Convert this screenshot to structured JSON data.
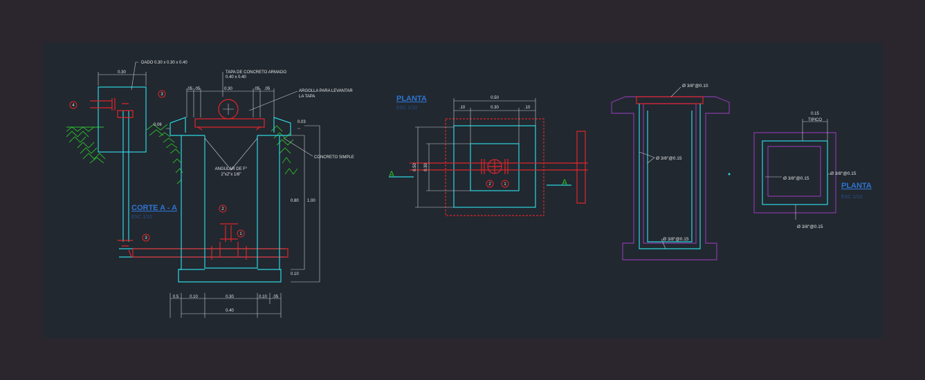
{
  "section": {
    "title": "CORTE A - A",
    "scale": "ESC 1/10",
    "label_dado": "DADO 0.30 x 0.30 x 0.40",
    "label_tapa_1": "TAPA DE CONCRETO ARMADO",
    "label_tapa_2": "0.40 x 0.40",
    "label_argolla_1": "ARGOLLA PARA LEVANTAR",
    "label_argolla_2": "LA TAPA",
    "label_concreto": "CONCRETO SIMPLE",
    "label_angular_1": "ANGULAR DE F°",
    "label_angular_2": "2\"x2\"x 1/8\"",
    "dim_030_top": "0.30",
    "dim_030_mid": "0.30",
    "dim_05a": ".05",
    "dim_05b": ".05",
    "dim_05c": ".05",
    "dim_05d": ".05",
    "dim_006": "0.06",
    "dim_003": "0.03",
    "dim_080": "0.80",
    "dim_100": "1.00",
    "dim_010_right": "0.10",
    "dim_b_05l": "0.5",
    "dim_b_010l": "0.10",
    "dim_b_030": "0.30",
    "dim_b_010r": "0.10",
    "dim_b_05r": ".05",
    "dim_b_040": "0.40",
    "m1": "1",
    "m2": "2",
    "m3a": "3",
    "m3b": "3",
    "m4": "4"
  },
  "plan": {
    "title": "PLANTA",
    "scale": "ESC 1/10",
    "dim_050": "0.50",
    "dim_10l": ".10",
    "dim_030": "0.30",
    "dim_10r": ".10",
    "dim_v050": "0.50",
    "dim_v030": "0.30",
    "cut_left": "A",
    "cut_right": "A",
    "m1": "1",
    "m2": "2"
  },
  "rebar": {
    "label_top": "Ø 3/8\"@0.10",
    "label_mid": "Ø 3/8\"@0.15",
    "label_bot": "Ø 3/8\"@0.15"
  },
  "rebar_plan": {
    "title": "PLANTA",
    "scale": "ESC 1/10",
    "dim_015": "0.15",
    "tipico": "TIPICO",
    "label_left": "Ø 3/8\"@0.15",
    "label_right": "Ø 3/8\"@0.15",
    "label_bottom": "Ø 3/8\"@0.15"
  },
  "colors": {
    "background": "#2b262e",
    "canvas": "#212830",
    "concrete": "#2fd6e0",
    "pipe": "#e0262a",
    "rebar_outline": "#8a3aa8",
    "soil": "#2bbf2b",
    "title": "#2f74d0"
  }
}
